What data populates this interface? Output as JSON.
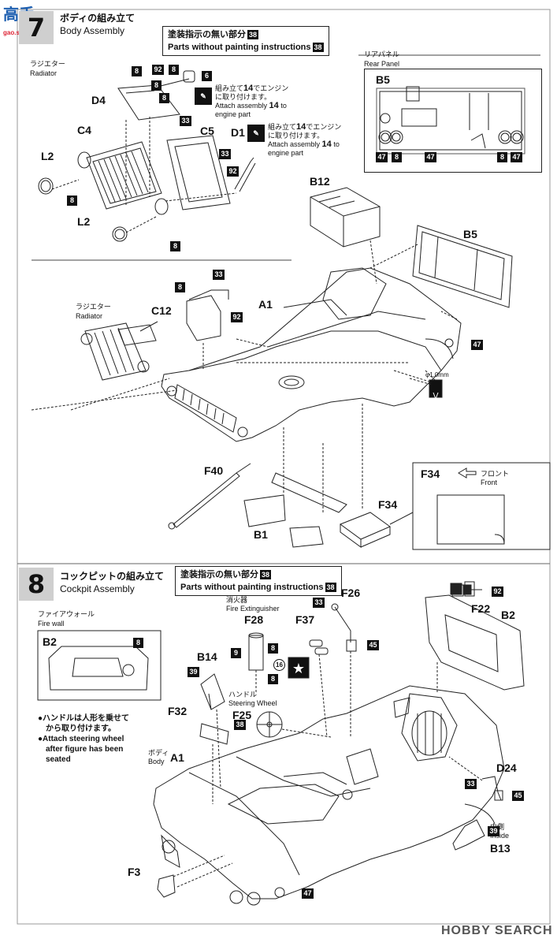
{
  "watermark_top": {
    "main": "高手",
    "sub": "gao.shou.net"
  },
  "watermark_bottom": "HOBBY SEARCH",
  "step7": {
    "number": "7",
    "title_jp": "ボディの組み立て",
    "title_en": "Body Assembly",
    "note_jp": "塗装指示の無い部分",
    "note_en": "Parts without painting instructions",
    "note_code": "38",
    "radiator_jp": "ラジエター",
    "radiator_en": "Radiator",
    "rear_panel_jp": "リアパネル",
    "rear_panel_en": "Rear Panel",
    "attach1_jp_a": "組み立て",
    "attach1_jp_num": "14",
    "attach1_jp_b": "でエンジン",
    "attach1_jp_c": "に取り付けます。",
    "attach1_en_a": "Attach assembly",
    "attach1_en_num": "14",
    "attach1_en_b": "to",
    "attach1_en_c": "engine part",
    "attach2_jp_a": "組み立て",
    "attach2_jp_num": "14",
    "attach2_jp_b": "でエンジン",
    "attach2_jp_c": "に取り付けます。",
    "attach2_en_a": "Attach assembly",
    "attach2_en_num": "14",
    "attach2_en_b": "to",
    "attach2_en_c": "engine part",
    "drill": "φ1.0mm",
    "front_jp": "フロント",
    "front_en": "Front",
    "parts": {
      "D4": "D4",
      "C4": "C4",
      "C5": "C5",
      "D1": "D1",
      "L2a": "L2",
      "L2b": "L2",
      "B5a": "B5",
      "B5b": "B5",
      "B12": "B12",
      "C12": "C12",
      "A1": "A1",
      "F40": "F40",
      "B1": "B1",
      "F34a": "F34",
      "F34b": "F34"
    },
    "codes": {
      "c8": "8",
      "c92": "92",
      "c6": "6",
      "c33": "33",
      "c47": "47"
    }
  },
  "step8": {
    "number": "8",
    "title_jp": "コックピットの組み立て",
    "title_en": "Cockpit Assembly",
    "note_jp": "塗装指示の無い部分",
    "note_en": "Parts without painting instructions",
    "note_code": "38",
    "firewall_jp": "ファイアウォール",
    "firewall_en": "Fire wall",
    "extinguisher_jp": "消火器",
    "extinguisher_en": "Fire Extinguisher",
    "steering_jp": "ハンドル",
    "steering_en": "Steering Wheel",
    "body_jp": "ボディ",
    "body_en": "Body",
    "inside_jp": "内側",
    "inside_en": "Inside",
    "bullet1_jp": "●ハンドルは人形を乗せて",
    "bullet1_jp2": "から取り付けます。",
    "bullet2_en1": "●Attach steering wheel",
    "bullet2_en2": "after figure has been",
    "bullet2_en3": "seated",
    "parts": {
      "B2a": "B2",
      "B2b": "B2",
      "F28": "F28",
      "F37": "F37",
      "F26": "F26",
      "F22": "F22",
      "B14": "B14",
      "F32": "F32",
      "F25": "F25",
      "A1": "A1",
      "D24": "D24",
      "B13": "B13",
      "F3": "F3"
    },
    "codes": {
      "c8": "8",
      "c9": "9",
      "c16": "16",
      "c39": "39",
      "c38": "38",
      "c33": "33",
      "c45": "45",
      "c92": "92",
      "c47": "47"
    }
  }
}
